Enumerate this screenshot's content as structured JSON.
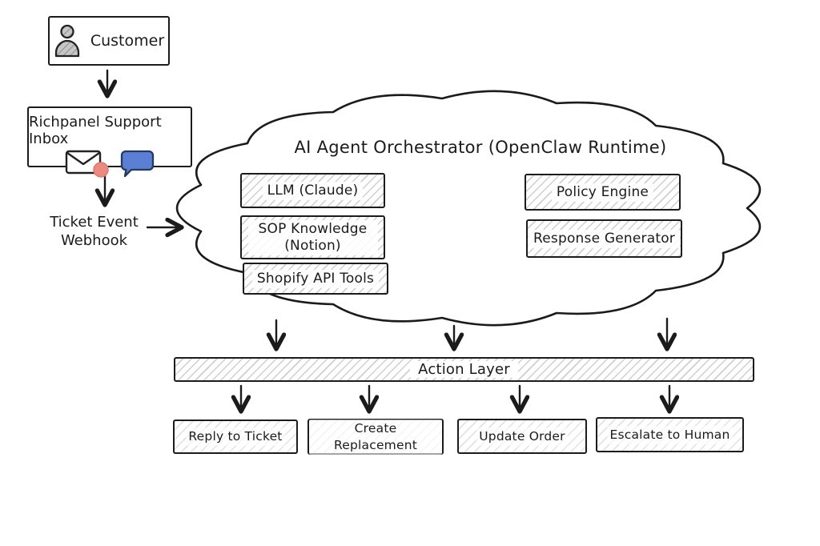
{
  "customer": {
    "label": "Customer"
  },
  "inbox": {
    "label": "Richpanel Support Inbox"
  },
  "webhook": {
    "line1": "Ticket Event",
    "line2": "Webhook"
  },
  "cloud": {
    "title": "AI Agent Orchestrator (OpenClaw Runtime)",
    "left_nodes": [
      "LLM (Claude)",
      "SOP Knowledge (Notion)",
      "Shopify API Tools"
    ],
    "right_nodes": [
      "Policy Engine",
      "Response Generator"
    ]
  },
  "action_layer": {
    "label": "Action Layer"
  },
  "actions": [
    "Reply to Ticket",
    "Create Replacement",
    "Update Order",
    "Escalate to Human"
  ],
  "icons": {
    "customer": "person-icon",
    "email": "envelope-icon",
    "notification": "notification-dot",
    "chat": "chat-bubble-icon"
  },
  "colors": {
    "ink": "#1b1b1b",
    "chat_blue": "#5b7fd4",
    "notification_salmon": "#ec8a80",
    "hatch_gray": "#cfcfcf"
  }
}
